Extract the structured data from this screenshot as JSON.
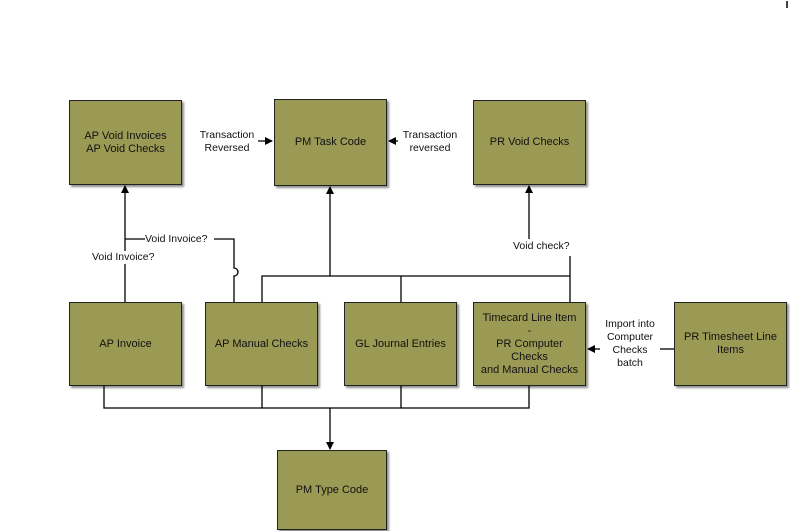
{
  "nodes": {
    "ap_void": "AP Void Invoices\nAP Void Checks",
    "pm_task": "PM Task Code",
    "pr_void": "PR Void Checks",
    "ap_invoice": "AP Invoice",
    "ap_manual": "AP Manual Checks",
    "gl_journal": "GL Journal Entries",
    "timecard": "Timecard Line Item\n-\nPR Computer Checks\nand Manual Checks",
    "pr_timesheet": "PR Timesheet Line\nItems",
    "pm_type": "PM Type Code"
  },
  "edge_labels": {
    "trans_reversed_left": "Transaction\nReversed",
    "trans_reversed_right": "Transaction\nreversed",
    "void_invoice_1": "Void Invoice?",
    "void_invoice_2": "Void Invoice?",
    "void_check": "Void check?",
    "import_batch": "Import into\nComputer\nChecks\nbatch"
  },
  "colors": {
    "box_fill": "#9b9a55",
    "line": "#000000"
  }
}
